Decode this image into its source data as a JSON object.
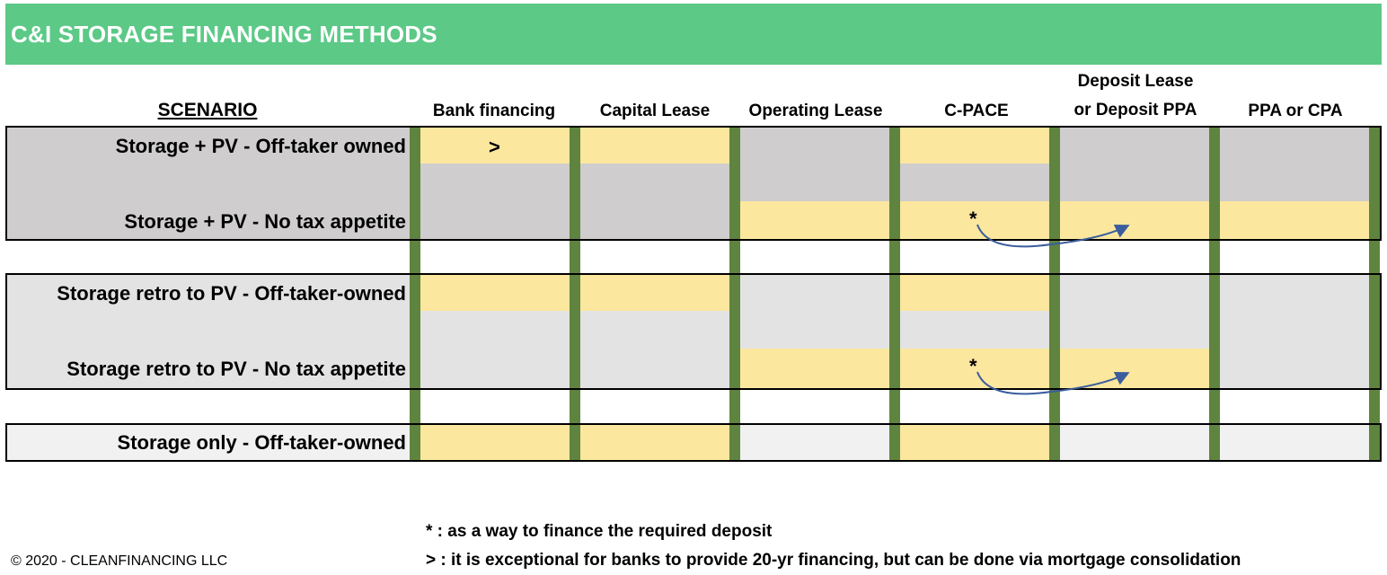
{
  "title": "C&I STORAGE FINANCING METHODS",
  "scenario_header": "SCENARIO",
  "columns": [
    {
      "label": "Bank financing"
    },
    {
      "label": "Capital Lease"
    },
    {
      "label": "Operating Lease"
    },
    {
      "label": "C-PACE"
    },
    {
      "label_line1": "Deposit Lease",
      "label_line2": "or Deposit PPA"
    },
    {
      "label": "PPA or CPA"
    }
  ],
  "rows": [
    {
      "label": "Storage + PV - Off-taker owned"
    },
    {
      "label": "Storage + PV - No tax appetite"
    },
    {
      "label": "Storage retro to PV - Off-taker-owned"
    },
    {
      "label": "Storage retro to PV - No tax appetite"
    },
    {
      "label": "Storage only - Off-taker-owned"
    }
  ],
  "marks": {
    "exception": ">",
    "deposit": "*"
  },
  "notes": {
    "deposit": "* : as a way to finance the required deposit",
    "exception": "> : it is exceptional for banks to provide 20-yr financing, but can be done via mortgage consolidation"
  },
  "copyright": "© 2020 - CLEANFINANCING LLC",
  "colors": {
    "banner": "#5cc987",
    "column_divider": "#5f8440",
    "applicable": "#fce79e",
    "group1_bg": "#cfcdcd",
    "group2_bg": "#e3e3e3",
    "group3_bg": "#f1f1f1",
    "arrow": "#3a5d9c"
  }
}
